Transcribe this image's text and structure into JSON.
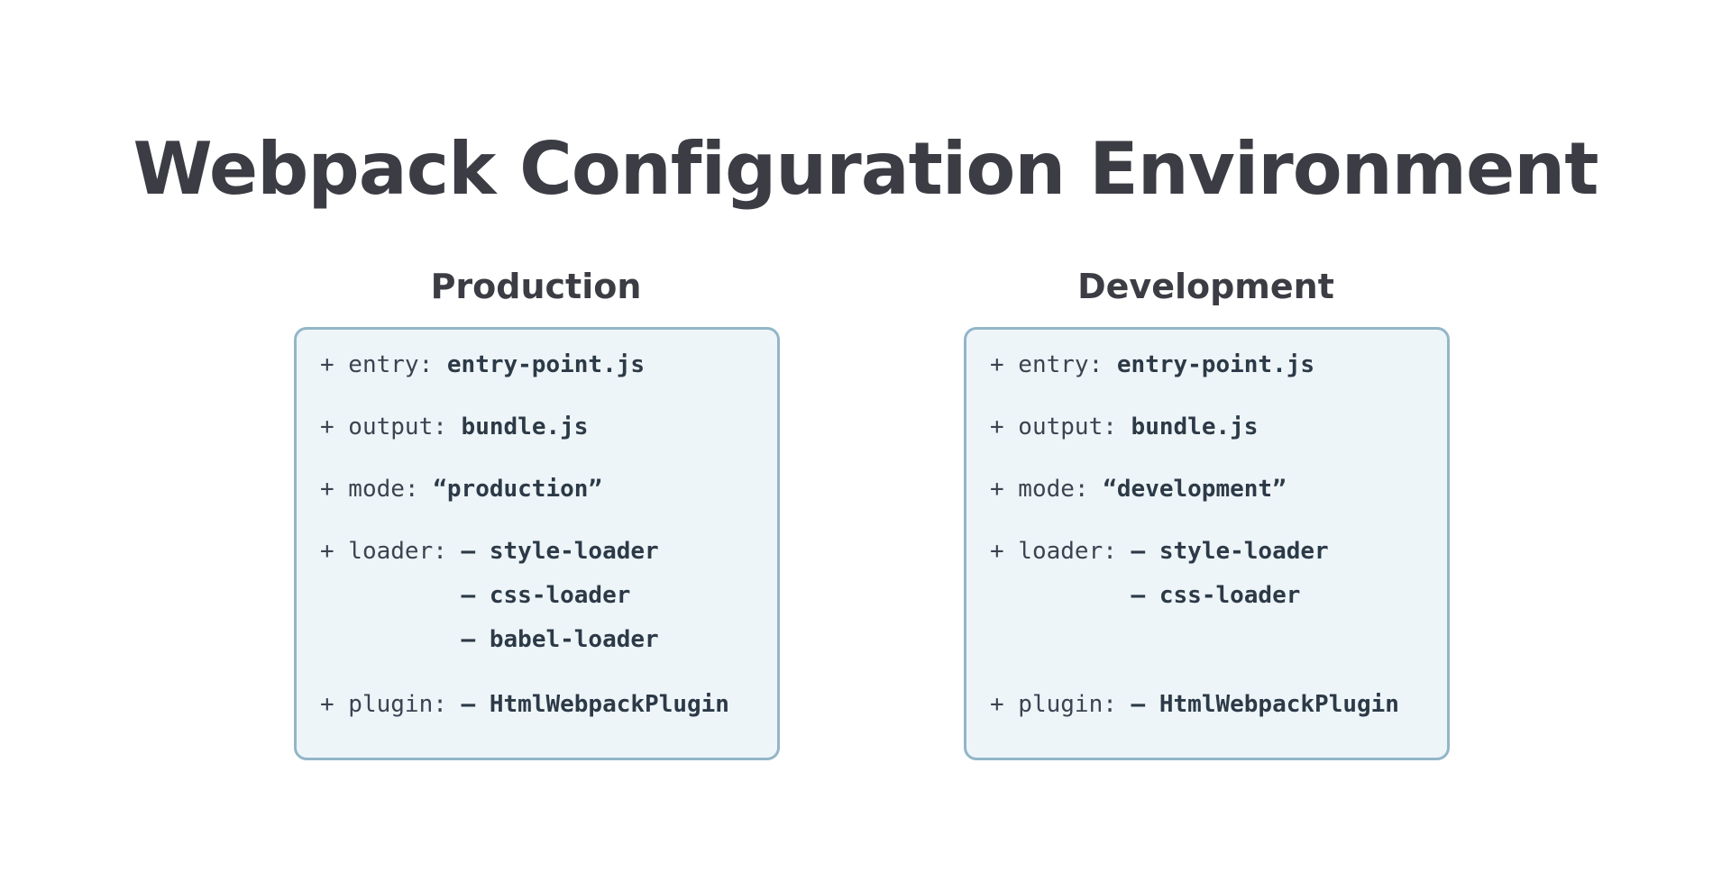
{
  "title": "Webpack Configuration Environment",
  "columns": [
    {
      "heading": "Production",
      "entry_key": "+ entry: ",
      "entry_value": "entry-point.js",
      "output_key": "+ output: ",
      "output_value": "bundle.js",
      "mode_key": "+ mode: ",
      "mode_value": "“production”",
      "loader_key": "+ loader: ",
      "loaders": [
        "– style-loader",
        "– css-loader",
        "– babel-loader"
      ],
      "plugin_key": "+ plugin: ",
      "plugin_value": "– HtmlWebpackPlugin"
    },
    {
      "heading": "Development",
      "entry_key": "+ entry: ",
      "entry_value": "entry-point.js",
      "output_key": "+ output: ",
      "output_value": "bundle.js",
      "mode_key": "+ mode: ",
      "mode_value": "“development”",
      "loader_key": "+ loader: ",
      "loaders": [
        "– style-loader",
        "– css-loader"
      ],
      "plugin_key": "+ plugin: ",
      "plugin_value": "– HtmlWebpackPlugin"
    }
  ],
  "colors": {
    "title_text": "#3c3d44",
    "box_fill": "#eef5f9",
    "box_border": "#93b6c8",
    "code_text": "#2c3a47"
  }
}
